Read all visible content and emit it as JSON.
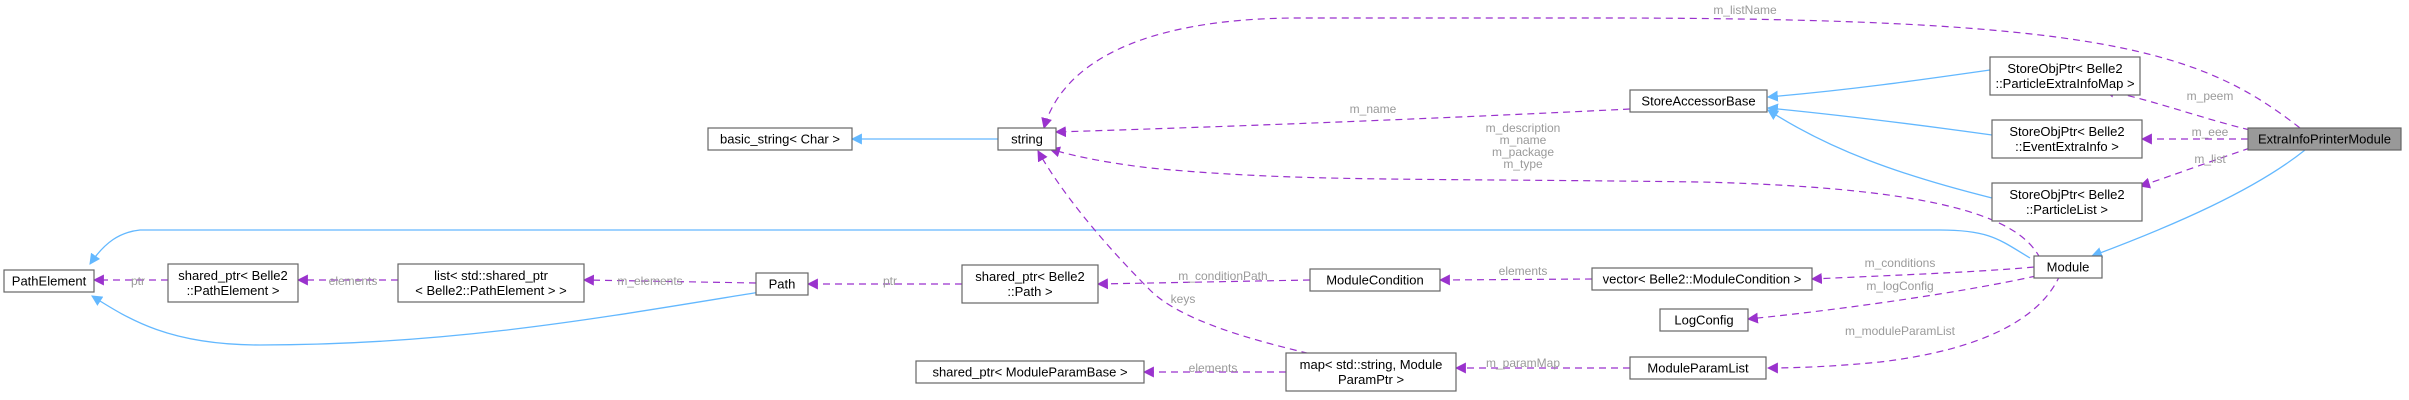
{
  "nodes": {
    "extrainfoprintermodule": {
      "label": [
        "ExtraInfoPrinterModule"
      ],
      "highlight": true
    },
    "particleextrainfomap": {
      "label": [
        "StoreObjPtr< Belle2",
        "::ParticleExtraInfoMap >"
      ]
    },
    "eventextrainfo": {
      "label": [
        "StoreObjPtr< Belle2",
        "::EventExtraInfo >"
      ]
    },
    "particlelist": {
      "label": [
        "StoreObjPtr< Belle2",
        "::ParticleList >"
      ]
    },
    "module": {
      "label": [
        "Module"
      ]
    },
    "storeaccessorbase": {
      "label": [
        "StoreAccessorBase"
      ]
    },
    "string": {
      "label": [
        "string"
      ]
    },
    "basicstring": {
      "label": [
        "basic_string< Char >"
      ]
    },
    "pathelement": {
      "label": [
        "PathElement"
      ]
    },
    "sharedptrpathelement": {
      "label": [
        "shared_ptr< Belle2",
        "::PathElement >"
      ]
    },
    "listsharedptr": {
      "label": [
        "list< std::shared_ptr",
        "< Belle2::PathElement > >"
      ]
    },
    "path": {
      "label": [
        "Path"
      ]
    },
    "sharedptrpath": {
      "label": [
        "shared_ptr< Belle2",
        "::Path >"
      ]
    },
    "modulecondition": {
      "label": [
        "ModuleCondition"
      ]
    },
    "vectormodulecondition": {
      "label": [
        "vector< Belle2::ModuleCondition >"
      ]
    },
    "logconfig": {
      "label": [
        "LogConfig"
      ]
    },
    "moduleparamlist": {
      "label": [
        "ModuleParamList"
      ]
    },
    "mapstring": {
      "label": [
        "map< std::string, Module",
        "ParamPtr >"
      ]
    },
    "sharedptrmoduleparambase": {
      "label": [
        "shared_ptr< ModuleParamBase >"
      ]
    }
  },
  "edge_labels": {
    "m_listname": [
      "m_listName"
    ],
    "m_peem": [
      "m_peem"
    ],
    "m_eee": [
      "m_eee"
    ],
    "m_list": [
      "m_list"
    ],
    "m_name_sab": [
      "m_name"
    ],
    "module_string": [
      "m_description",
      "m_name",
      "m_package",
      "m_type"
    ],
    "ptr_pe": [
      "ptr"
    ],
    "elements_list": [
      "elements"
    ],
    "m_elements": [
      "m_elements"
    ],
    "ptr_path": [
      "ptr"
    ],
    "m_conditionpath": [
      "m_conditionPath"
    ],
    "elements_vec": [
      "elements"
    ],
    "m_conditions": [
      "m_conditions"
    ],
    "m_logconfig": [
      "m_logConfig"
    ],
    "m_moduleparamlist": [
      "m_moduleParamList"
    ],
    "m_parammap": [
      "m_paramMap"
    ],
    "keys": [
      "keys"
    ],
    "elements_map": [
      "elements"
    ]
  },
  "colors": {
    "inheritance": "#63b8ff",
    "usage": "#9a32cd",
    "label_text": "#9a9a9a",
    "node_border": "#666666",
    "highlight_fill": "#999999"
  }
}
